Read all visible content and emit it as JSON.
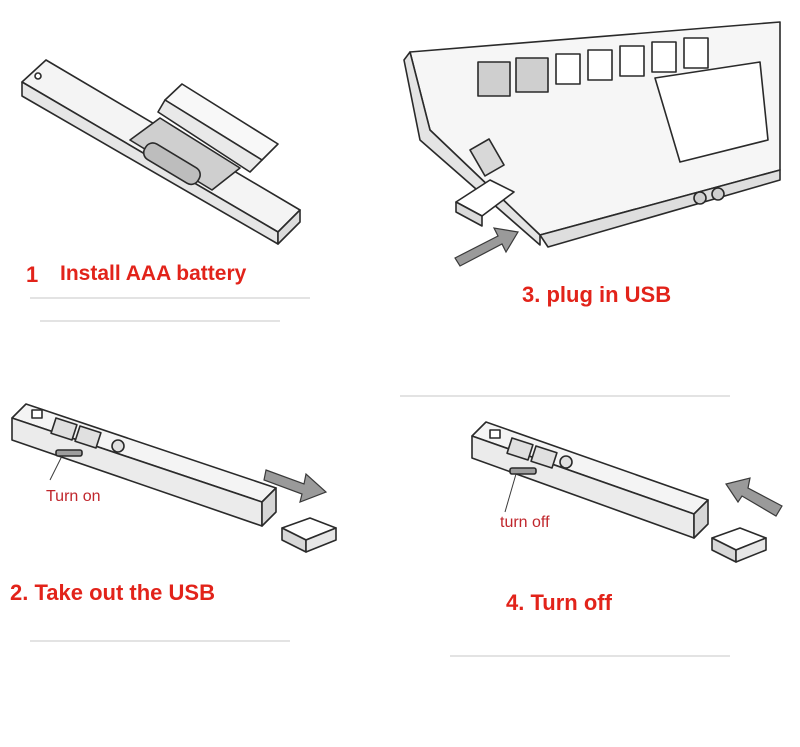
{
  "steps": {
    "step1": {
      "number": "1",
      "text": "Install AAA battery"
    },
    "step3": {
      "text": "3. plug in USB"
    },
    "step2": {
      "text": "2. Take out the USB",
      "note": "Turn on"
    },
    "step4": {
      "text": "4. Turn off",
      "note": "turn off"
    }
  },
  "colors": {
    "label": "#e2231a",
    "line": "#2a2a2a",
    "device_fill": "#f4f4f4"
  }
}
